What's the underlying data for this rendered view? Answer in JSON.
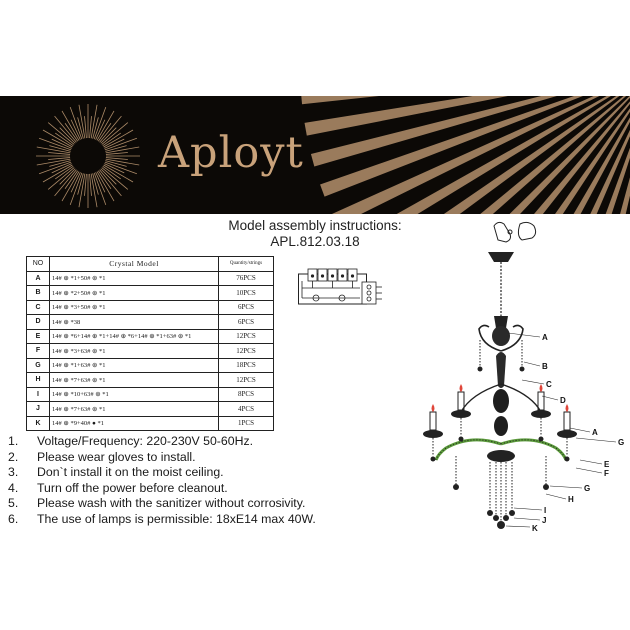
{
  "brand": {
    "name": "Aployt"
  },
  "title": {
    "line1": "Model assembly instructions:",
    "line2": "APL.812.03.18"
  },
  "table": {
    "headers": {
      "no": "NO",
      "model": "Crystal      Model",
      "qty": "Quantity/strings"
    },
    "rows": [
      {
        "no": "A",
        "model": "14# ⊕ *1+50# ⊛ *1",
        "qty": "76PCS"
      },
      {
        "no": "B",
        "model": "14# ⊕ *2+50# ⊛ *1",
        "qty": "10PCS"
      },
      {
        "no": "C",
        "model": "14# ⊕ *3+50# ⊛ *1",
        "qty": "6PCS"
      },
      {
        "no": "D",
        "model": "14# ⊕ *38",
        "qty": "6PCS"
      },
      {
        "no": "E",
        "model": "14# ⊕ *6+14# ⊕ *1+14# ⊕ *6+14# ⊕ *1+63# ⊛ *1",
        "qty": "12PCS"
      },
      {
        "no": "F",
        "model": "14# ⊕ *3+63# ⊛ *1",
        "qty": "12PCS"
      },
      {
        "no": "G",
        "model": "14# ⊕ *1+63# ⊛ *1",
        "qty": "18PCS"
      },
      {
        "no": "H",
        "model": "14# ⊕ *7+63# ⊛ *1",
        "qty": "12PCS"
      },
      {
        "no": "I",
        "model": "14# ⊕ *10+63# ⊛ *1",
        "qty": "8PCS"
      },
      {
        "no": "J",
        "model": "14# ⊕ *7+63# ⊛ *1",
        "qty": "4PCS"
      },
      {
        "no": "K",
        "model": "14# ⊕ *9+40# ● *1",
        "qty": "1PCS"
      }
    ]
  },
  "notes": [
    {
      "num": "1.",
      "text": "Voltage/Frequency: 220-230V 50-60Hz."
    },
    {
      "num": "2.",
      "text": "Please wear gloves to install."
    },
    {
      "num": "3.",
      "text": "Don`t install it on the moist ceiling."
    },
    {
      "num": "4.",
      "text": "Turn off the power before cleanout."
    },
    {
      "num": "5.",
      "text": "Please wash with the sanitizer without corrosivity."
    },
    {
      "num": "6.",
      "text": "The use of lamps is permissible: 18xE14 max 40W."
    }
  ],
  "diagram_labels": {
    "A": "A",
    "B": "B",
    "C": "C",
    "D": "D",
    "E": "E",
    "F": "F",
    "G": "G",
    "H": "H",
    "I": "I",
    "J": "J",
    "K": "K"
  },
  "colors": {
    "banner_bg": "#0c0906",
    "brand_gold": "#c9a27a",
    "glass_green": "#5a9a3a"
  },
  "icons": {
    "sunburst": "sunburst-logo-icon",
    "rays": "light-rays-icon",
    "gloves": "gloves-icon",
    "wiring": "wiring-diagram-icon",
    "chandelier": "chandelier-drawing-icon"
  }
}
